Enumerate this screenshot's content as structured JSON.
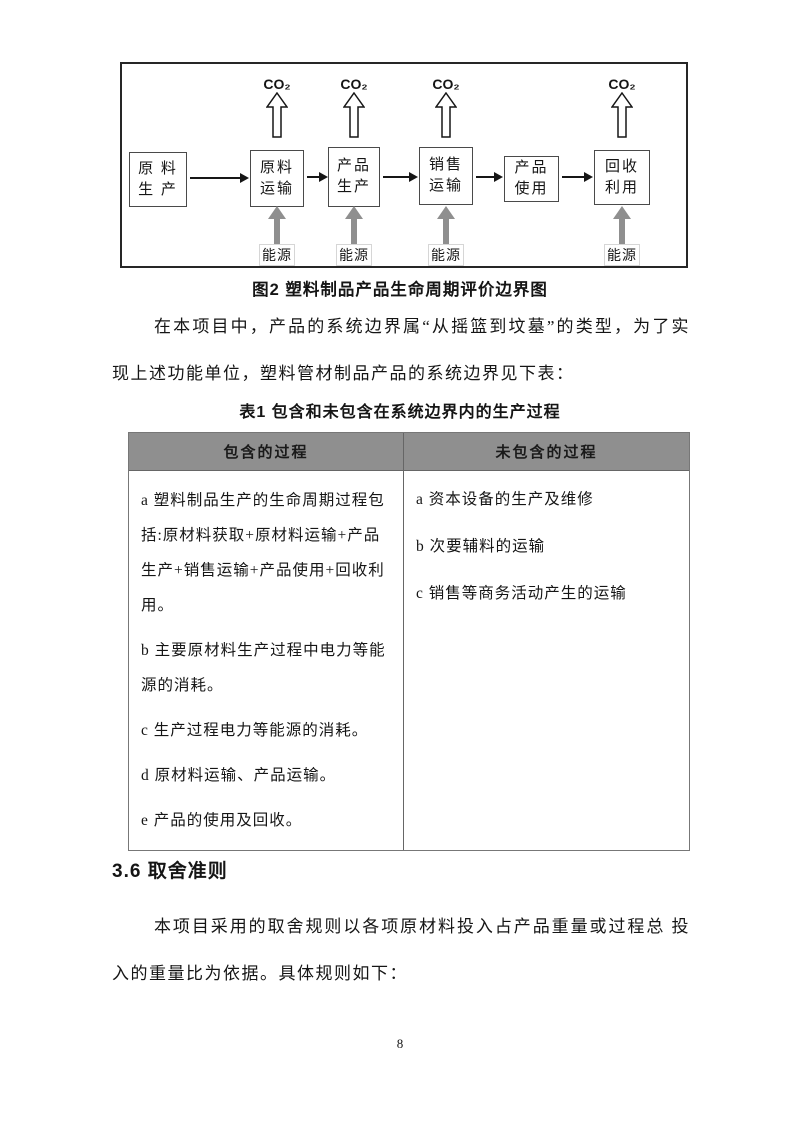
{
  "figure": {
    "caption": "图2  塑料制品产品生命周期评价边界图",
    "co2_label": "CO₂",
    "energy_label": "能源",
    "boxes": [
      {
        "label": "原 料 生 产"
      },
      {
        "label": "原料运输"
      },
      {
        "label": "产品生产"
      },
      {
        "label": "销售运输"
      },
      {
        "label": "产品使用"
      },
      {
        "label": "回收利用"
      }
    ]
  },
  "intro_paragraph": "在本项目中，产品的系统边界属“从摇篮到坟墓”的类型，为了实现上述功能单位，塑料管材制品产品的系统边界见下表：",
  "table": {
    "title": "表1  包含和未包含在系统边界内的生产过程",
    "headers": [
      "包含的过程",
      "未包含的过程"
    ],
    "included": [
      "a 塑料制品生产的生命周期过程包括:原材料获取+原材料运输+产品 生产+销售运输+产品使用+回收利用。",
      "b 主要原材料生产过程中电力等能 源的消耗。",
      "c 生产过程电力等能源的消耗。",
      "d 原材料运输、产品运输。",
      "e 产品的使用及回收。"
    ],
    "excluded": [
      "a 资本设备的生产及维修",
      "b 次要辅料的运输",
      "c 销售等商务活动产生的运输"
    ]
  },
  "section": {
    "heading": "3.6 取舍准则",
    "paragraph": "本项目采用的取舍规则以各项原材料投入占产品重量或过程总 投入的重量比为依据。具体规则如下："
  },
  "page_number": "8",
  "colors": {
    "header_bg": "#8f8f8f",
    "arrow_gray": "#8f8f8f"
  }
}
